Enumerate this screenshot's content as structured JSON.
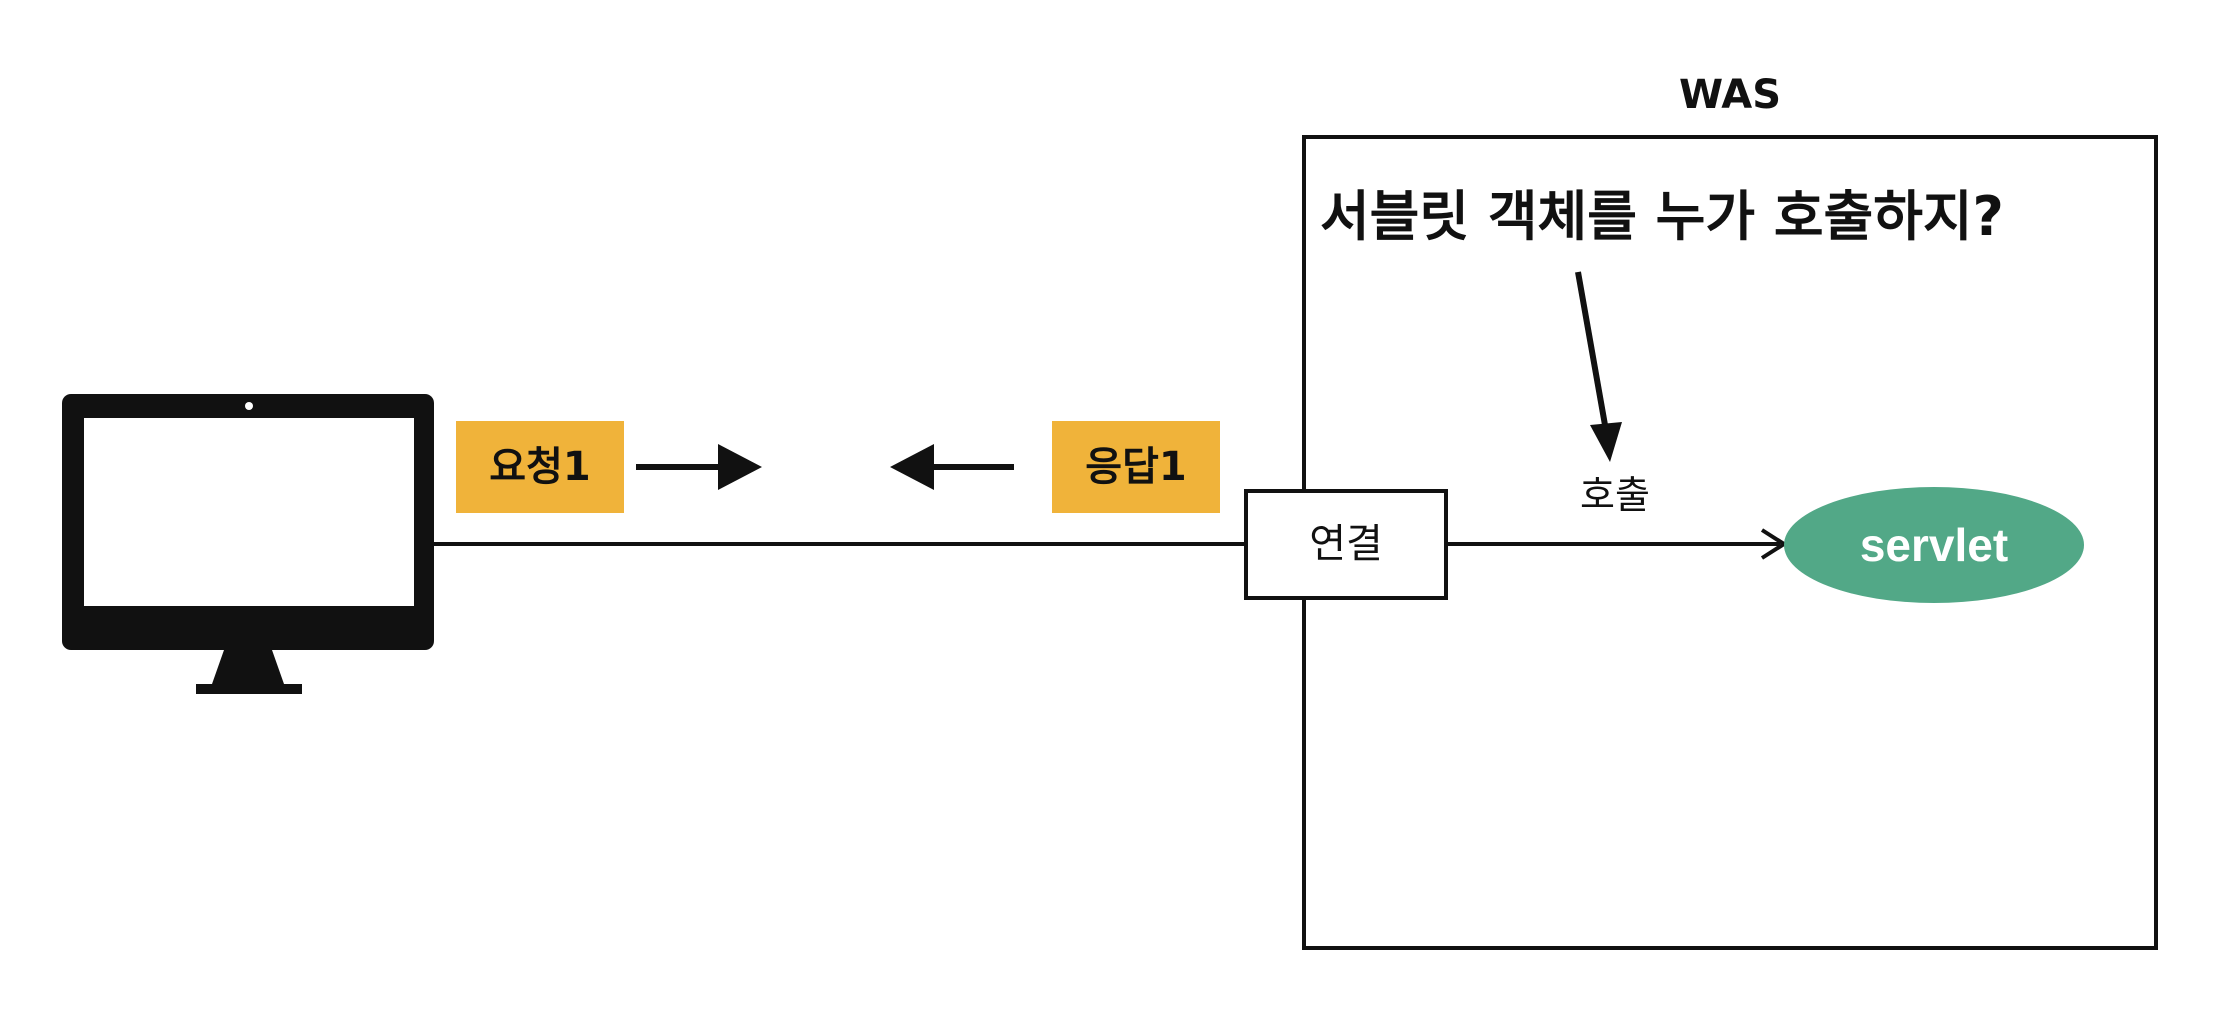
{
  "colors": {
    "tag_background": "#f0b33a",
    "servlet_background": "#52a887",
    "line": "#111111",
    "monitor": "#111111"
  },
  "client": {
    "icon": "desktop-monitor-icon"
  },
  "was": {
    "label": "WAS",
    "question": "서블릿 객체를 누가 호출하지?",
    "connection_label": "연결",
    "call_label": "호출",
    "servlet_label": "servlet"
  },
  "messages": {
    "request_label": "요청1",
    "response_label": "응답1"
  }
}
